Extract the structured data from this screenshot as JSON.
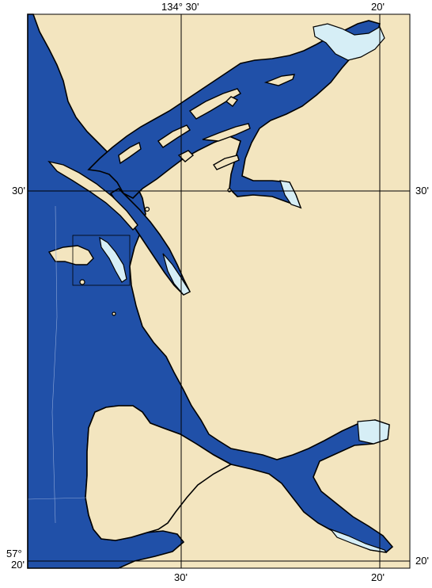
{
  "map": {
    "colors": {
      "land": "#f3e5bf",
      "deep_water": "#2050a8",
      "shallow_water": "#d6eef6",
      "coastline": "#000000",
      "grid": "#000000"
    },
    "labels": {
      "top_lon_1": "134° 30'",
      "top_lon_2": "20'",
      "left_lat_mid": "30'",
      "right_lat_mid": "30'",
      "left_lat_bottom_deg": "57°",
      "left_lat_bottom_min": "20'",
      "right_lat_bottom": "20'",
      "bottom_lon_1": "30'",
      "bottom_lon_2": "20'"
    }
  }
}
